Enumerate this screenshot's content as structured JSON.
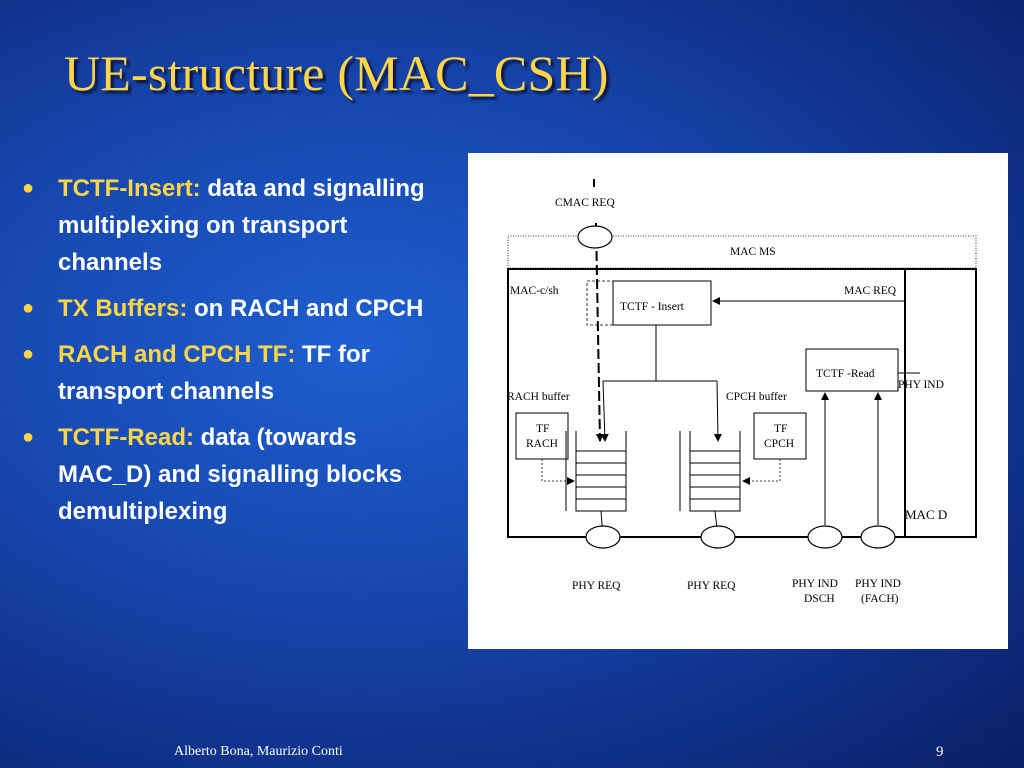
{
  "slide": {
    "title": "UE-structure (MAC_CSH)",
    "footer_author": "Alberto Bona, Maurizio Conti",
    "page_number": "9"
  },
  "bullets": [
    {
      "lead": "TCTF-Insert:",
      "text": " data and signalling multiplexing on transport channels"
    },
    {
      "lead": "TX Buffers:",
      "text": " on RACH and CPCH"
    },
    {
      "lead": "RACH and CPCH TF:",
      "text": " TF for transport channels"
    },
    {
      "lead": "TCTF-Read:",
      "text": " data (towards MAC_D) and signalling blocks demultiplexing"
    }
  ],
  "colors": {
    "title": "#ffd54a",
    "bullet_lead": "#ffd54a",
    "body_text": "#ffffff",
    "background": "#1748b0",
    "panel": "#ffffff"
  },
  "diagram": {
    "cmac_req": "CMAC REQ",
    "mac_ms": "MAC MS",
    "mac_c_sh": "MAC-c/sh",
    "tctf_insert": "TCTF - Insert",
    "mac_req": "MAC REQ",
    "tctf_read": "TCTF -Read",
    "phy_ind_right": "PHY IND",
    "rach_buffer": "RACH buffer",
    "cpch_buffer": "CPCH buffer",
    "tf_rach": [
      "TF",
      "RACH"
    ],
    "tf_cpch": [
      "TF",
      "CPCH"
    ],
    "mac_d": "MAC D",
    "phy_req_1": "PHY REQ",
    "phy_req_2": "PHY REQ",
    "phy_ind_dsch": [
      "PHY IND",
      "DSCH"
    ],
    "phy_ind_fach": [
      "PHY IND",
      "(FACH)"
    ]
  }
}
